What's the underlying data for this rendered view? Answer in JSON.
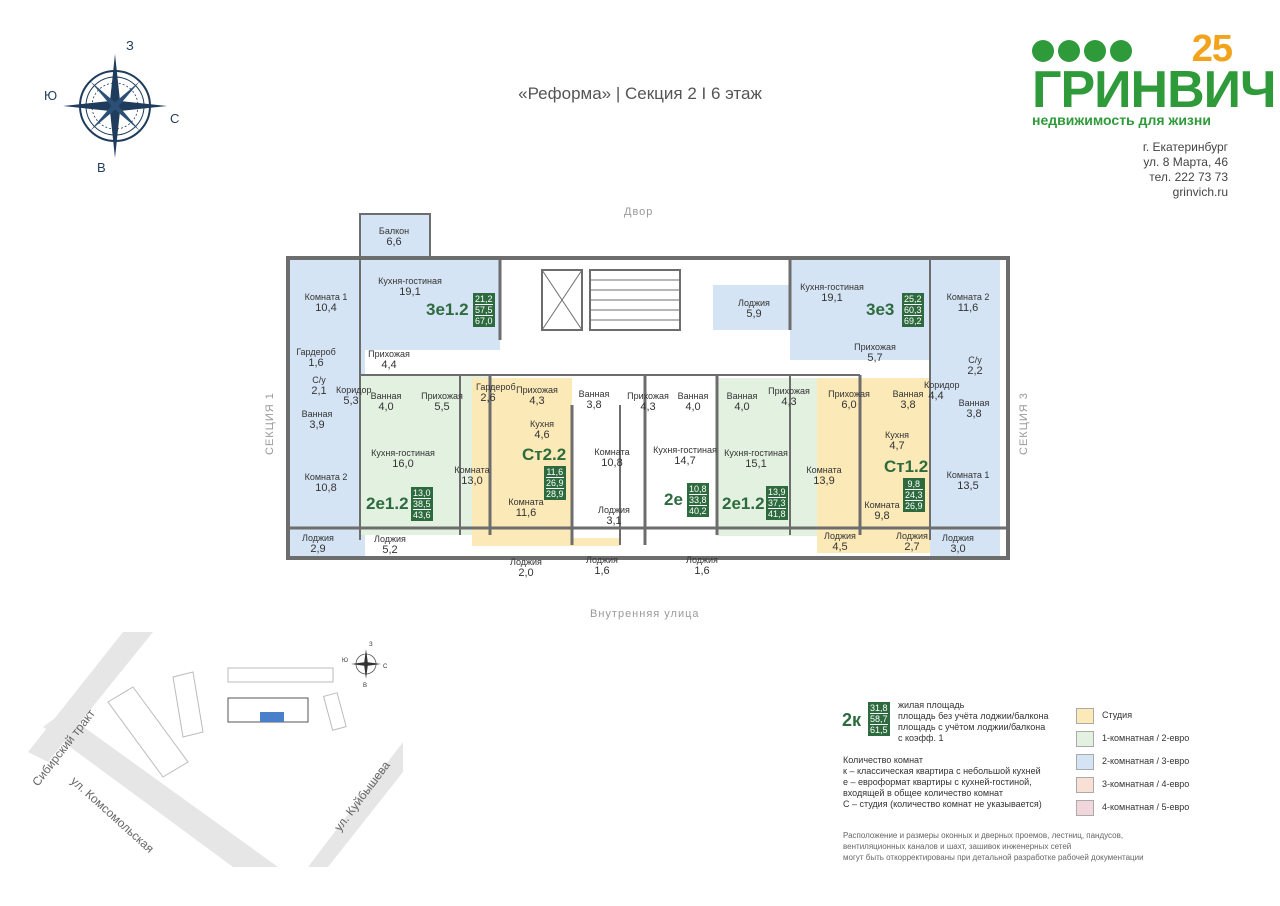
{
  "header": {
    "title": "«Реформа» | Секция 2 I 6 этаж"
  },
  "compass": {
    "n": "З",
    "s": "В",
    "e": "С",
    "w": "Ю"
  },
  "logo": {
    "number": "25",
    "word": "ГРИНВИЧ",
    "tagline": "недвижимость для жизни"
  },
  "contacts": {
    "city": "г. Екатеринбург",
    "address": "ул. 8 Марта, 46",
    "phone": "тел. 222 73 73",
    "site": "grinvich.ru"
  },
  "plan": {
    "top_label": "Двор",
    "bottom_label": "Внутренняя улица",
    "left_label": "СЕКЦИЯ 1",
    "right_label": "СЕКЦИЯ 3",
    "apartments": [
      {
        "code": "3е1.2",
        "badge": [
          "21,2",
          "57,5",
          "67,0"
        ]
      },
      {
        "code": "3е3",
        "badge": [
          "25,2",
          "60,3",
          "69,2"
        ]
      },
      {
        "code": "2е1.2",
        "badge": [
          "13,0",
          "38,5",
          "43,6"
        ]
      },
      {
        "code": "Ст2.2",
        "badge": [
          "11,6",
          "26,9",
          "28,9"
        ]
      },
      {
        "code": "2е",
        "badge": [
          "10,8",
          "33,8",
          "40,2"
        ]
      },
      {
        "code": "2е1.2",
        "badge": [
          "13,9",
          "37,3",
          "41,8"
        ]
      },
      {
        "code": "Ст1.2",
        "badge": [
          "9,8",
          "24,3",
          "26,9"
        ]
      }
    ],
    "rooms": [
      {
        "name": "Балкон",
        "area": "6,6"
      },
      {
        "name": "Кухня-гостиная",
        "area": "19,1"
      },
      {
        "name": "Комната 1",
        "area": "10,4"
      },
      {
        "name": "Гардероб",
        "area": "1,6"
      },
      {
        "name": "Прихожая",
        "area": "4,4"
      },
      {
        "name": "С/у",
        "area": "2,1"
      },
      {
        "name": "Ванная",
        "area": "3,9"
      },
      {
        "name": "Коридор",
        "area": "5,3"
      },
      {
        "name": "Комната 2",
        "area": "10,8"
      },
      {
        "name": "Лоджия",
        "area": "2,9"
      },
      {
        "name": "Ванная",
        "area": "4,0"
      },
      {
        "name": "Прихожая",
        "area": "5,5"
      },
      {
        "name": "Кухня-гостиная",
        "area": "16,0"
      },
      {
        "name": "Комната",
        "area": "13,0"
      },
      {
        "name": "Лоджия",
        "area": "5,2"
      },
      {
        "name": "Гардероб",
        "area": "2,6"
      },
      {
        "name": "Прихожая",
        "area": "4,3"
      },
      {
        "name": "Ванная",
        "area": "3,8"
      },
      {
        "name": "Кухня",
        "area": "4,6"
      },
      {
        "name": "Комната",
        "area": "11,6"
      },
      {
        "name": "Лоджия",
        "area": "2,0"
      },
      {
        "name": "Комната",
        "area": "10,8"
      },
      {
        "name": "Лоджия",
        "area": "3,1"
      },
      {
        "name": "Лоджия",
        "area": "1,6"
      },
      {
        "name": "Прихожая",
        "area": "4,3"
      },
      {
        "name": "Ванная",
        "area": "4,0"
      },
      {
        "name": "Кухня-гостиная",
        "area": "14,7"
      },
      {
        "name": "Лоджия",
        "area": "1,6"
      },
      {
        "name": "Ванная",
        "area": "4,0"
      },
      {
        "name": "Прихожая",
        "area": "4,3"
      },
      {
        "name": "Кухня-гостиная",
        "area": "15,1"
      },
      {
        "name": "Комната",
        "area": "13,9"
      },
      {
        "name": "Лоджия",
        "area": "4,5"
      },
      {
        "name": "Лоджия",
        "area": "5,9"
      },
      {
        "name": "Кухня-гостиная",
        "area": "19,1"
      },
      {
        "name": "Прихожая",
        "area": "5,7"
      },
      {
        "name": "Прихожая",
        "area": "6,0"
      },
      {
        "name": "Ванная",
        "area": "3,8"
      },
      {
        "name": "Кухня",
        "area": "4,7"
      },
      {
        "name": "Комната",
        "area": "9,8"
      },
      {
        "name": "Лоджия",
        "area": "2,7"
      },
      {
        "name": "Комната 2",
        "area": "11,6"
      },
      {
        "name": "С/у",
        "area": "2,2"
      },
      {
        "name": "Коридор",
        "area": "4,4"
      },
      {
        "name": "Ванная",
        "area": "3,8"
      },
      {
        "name": "Комната 1",
        "area": "13,5"
      },
      {
        "name": "Лоджия",
        "area": "3,0"
      }
    ]
  },
  "site_map": {
    "streets": [
      "Сибирский тракт",
      "ул. Комсомольская",
      "ул. Куйбышева"
    ],
    "compass": {
      "n": "З",
      "s": "В",
      "e": "С",
      "w": "Ю"
    }
  },
  "legend": {
    "sample_code": "2к",
    "sample_badge": [
      "31,8",
      "58,7",
      "61,5"
    ],
    "badge_lines": [
      "жилая площадь",
      "площадь без учёта лоджии/балкона",
      "площадь с учётом лоджии/балкона",
      "с коэфф. 1"
    ],
    "count_title": "Количество комнат",
    "count_lines": [
      "к – классическая квартира с небольшой кухней",
      "е – евроформат квартиры с кухней-гостиной,",
      "входящей в общее количество комнат",
      "С – студия (количество комнат не указывается)"
    ],
    "types": [
      {
        "label": "Студия",
        "color": "#fbe9b7"
      },
      {
        "label": "1-комнатная / 2-евро",
        "color": "#e3f1e1"
      },
      {
        "label": "2-комнатная / 3-евро",
        "color": "#d5e4f4"
      },
      {
        "label": "3-комнатная / 4-евро",
        "color": "#f8e0d4"
      },
      {
        "label": "4-комнатная / 5-евро",
        "color": "#f1d7dc"
      }
    ],
    "disclaimer": [
      "Расположение и размеры оконных и дверных проемов, лестниц, пандусов,",
      "вентиляционных каналов и шахт, зашивок инженерных сетей",
      "могут быть откорректированы при детальной разработке рабочей документации"
    ]
  },
  "colors": {
    "brand_green": "#2f9a3a",
    "brand_orange": "#f2a31b",
    "badge_green": "#2d6b3f",
    "wall": "#6d6d6d",
    "studio": "#fbe9b7",
    "one_room": "#e3f1e1",
    "two_room": "#d5e4f4"
  }
}
